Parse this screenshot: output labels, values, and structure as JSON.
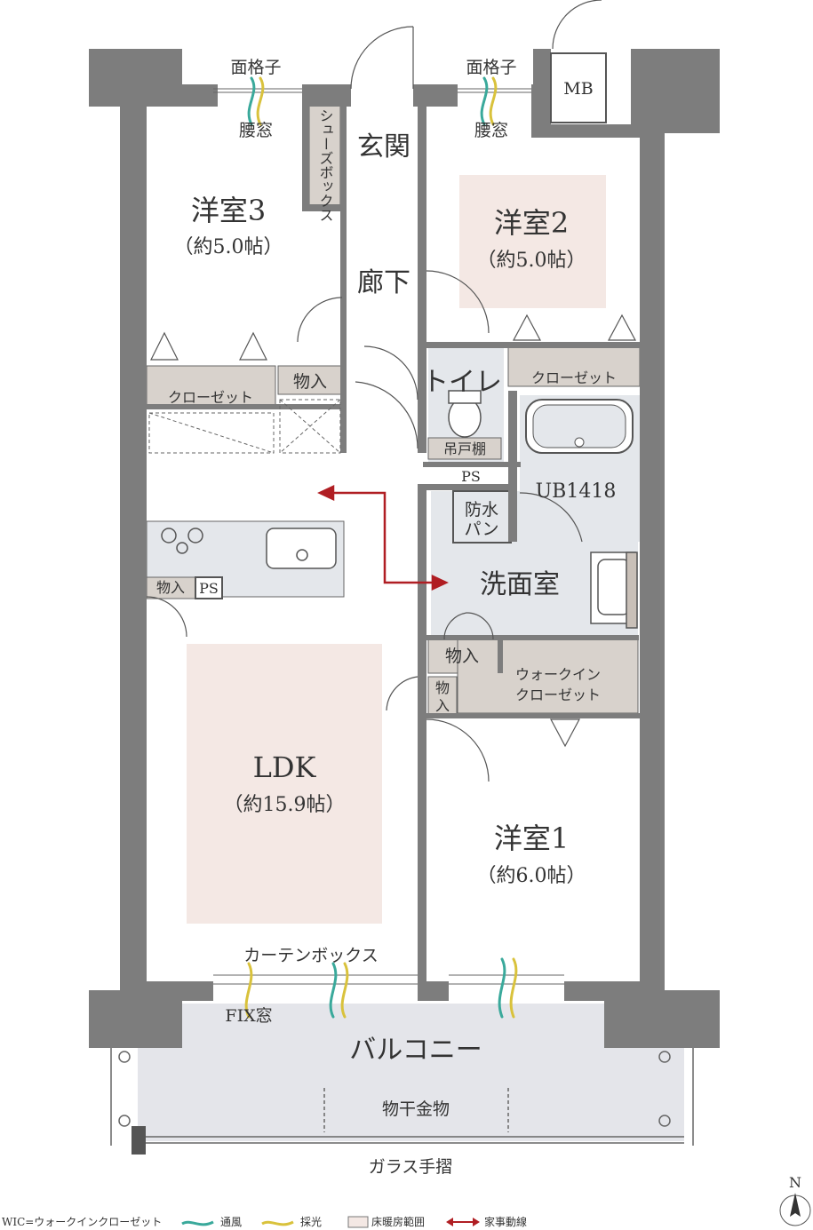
{
  "rooms": {
    "western3": {
      "name": "洋室3",
      "size": "（約5.0帖）"
    },
    "western2": {
      "name": "洋室2",
      "size": "（約5.0帖）"
    },
    "western1": {
      "name": "洋室1",
      "size": "（約6.0帖）"
    },
    "ldk": {
      "name": "LDK",
      "size": "（約15.9帖）"
    },
    "entrance": "玄関",
    "hallway": "廊下",
    "toilet": "トイレ",
    "washroom": "洗面室",
    "bath": "UB1418",
    "balcony": "バルコニー"
  },
  "labels": {
    "lattice_left": "面格子",
    "lattice_right": "面格子",
    "waist_window_left": "腰窓",
    "waist_window_right": "腰窓",
    "mb": "MB",
    "shoe_box": "シューズボックス",
    "closet3": "クローゼット",
    "closet2": "クローゼット",
    "storage_a": "物入",
    "storage_kitchen": "物入",
    "ps_kitchen": "PS",
    "ps_toilet": "PS",
    "hanging_shelf": "吊戸棚",
    "waterproof_pan_1": "防水",
    "waterproof_pan_2": "パン",
    "storage_wash": "物入",
    "storage_small_1": "物",
    "storage_small_2": "入",
    "wic_1": "ウォークイン",
    "wic_2": "クローゼット",
    "curtain_box": "カーテンボックス",
    "fix_window": "FIX窓",
    "clothes_rack": "物干金物",
    "glass_rail": "ガラス手摺",
    "north": "N"
  },
  "legend": {
    "wic_note": "WIC=ウォークインクローゼット",
    "ventilation": "通風",
    "daylight": "採光",
    "floor_heating": "床暖房範囲",
    "housework_line": "家事動線"
  },
  "colors": {
    "wall": "#7d7d7d",
    "floor_heating": "#f4e8e4",
    "wet_area": "#e4e7eb",
    "closet": "#d8d2cc",
    "ventilation": "#3aa99b",
    "daylight": "#d9c23c",
    "housework": "#b01e23"
  }
}
